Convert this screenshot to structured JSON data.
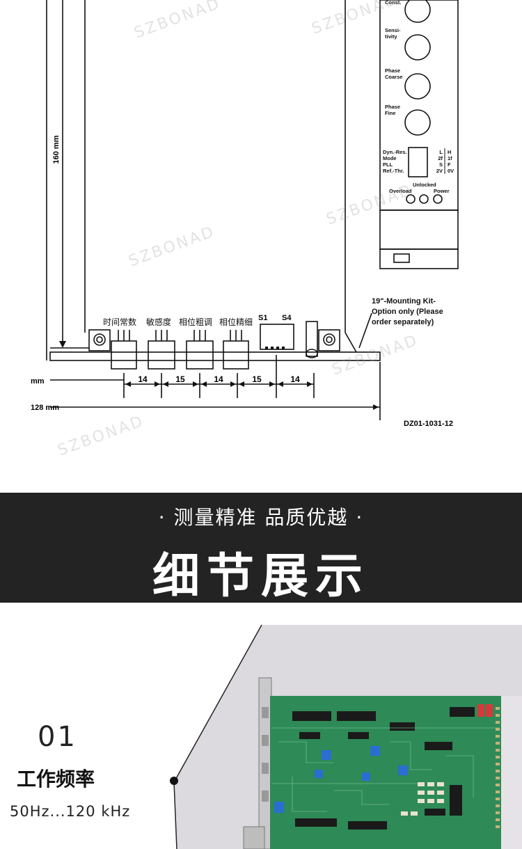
{
  "diagram": {
    "dim_height": "160 mm",
    "dim_width": "128 mm",
    "dim_width_partial": "mm",
    "spacings": [
      "14",
      "15",
      "14",
      "15",
      "14"
    ],
    "knob_labels": [
      "时间常数",
      "敏感度",
      "相位粗调",
      "相位精细"
    ],
    "switch_labels": [
      "S1",
      "S4"
    ],
    "panel": {
      "const": "Const.",
      "sensitivity": [
        "Sensi-",
        "tivity"
      ],
      "phase_coarse": [
        "Phase",
        "Coarse"
      ],
      "phase_fine": [
        "Phase",
        "Fine"
      ],
      "switch_left": [
        "Dyn.-Res.",
        "Mode",
        "PLL",
        "Ref.-Thr."
      ],
      "switch_mid": [
        "L",
        "2f",
        "S",
        "2V"
      ],
      "switch_right": [
        "H",
        "1f",
        "F",
        "0V"
      ],
      "unlocked": "Unlocked",
      "overload": "Overload",
      "power": "Power"
    },
    "mount_note": [
      "19\"-Mounting Kit-",
      "Option only (Please",
      "order separately)"
    ],
    "drawing_code": "DZ01-1031-12",
    "watermark": "SZBONAD"
  },
  "banner": {
    "subtitle": "· 测量精准  品质优越 ·",
    "title": "细节展示"
  },
  "feature": {
    "number": "01",
    "name": "工作频率",
    "value": "50Hz...120 kHz"
  },
  "colors": {
    "banner_bg": "#232323",
    "pcb_green": "#2e8a56",
    "photo_bg": "#d9d7dc"
  }
}
